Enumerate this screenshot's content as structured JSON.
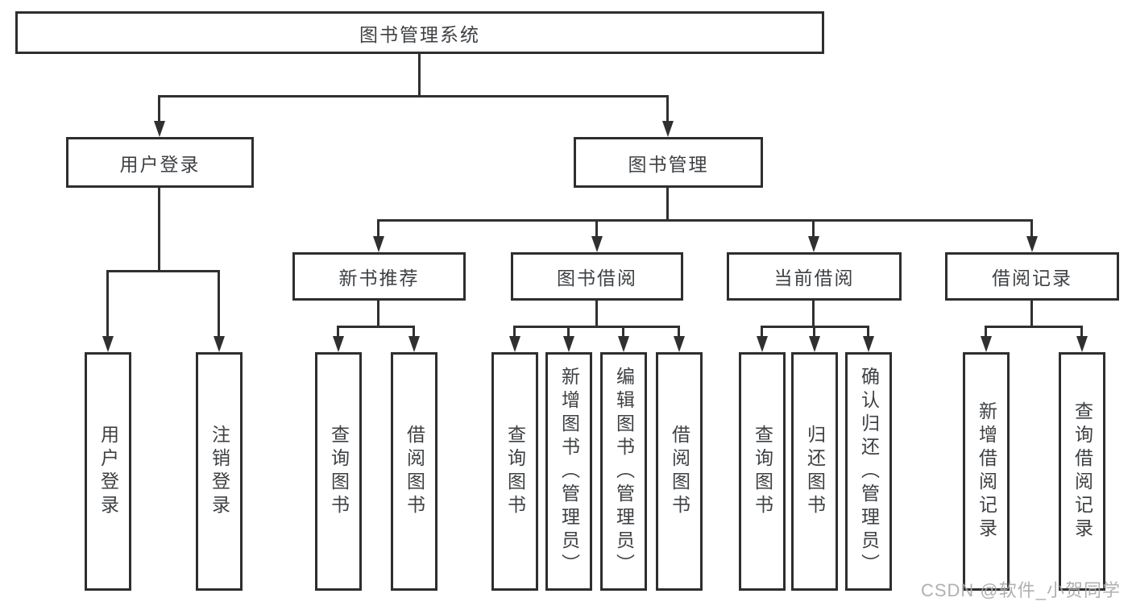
{
  "diagram": {
    "title": "图书管理系统",
    "watermark": "CSDN @软件_小贺同学",
    "level2": [
      {
        "id": "user-login",
        "label": "用户登录"
      },
      {
        "id": "book-management",
        "label": "图书管理"
      }
    ],
    "level3": [
      {
        "id": "new-book-recommend",
        "label": "新书推荐"
      },
      {
        "id": "book-borrowing",
        "label": "图书借阅"
      },
      {
        "id": "current-borrowing",
        "label": "当前借阅"
      },
      {
        "id": "borrowing-records",
        "label": "借阅记录"
      }
    ],
    "leaves": {
      "login": [
        "用户登录",
        "注销登录"
      ],
      "recommend": [
        "查询图书",
        "借阅图书"
      ],
      "borrow": [
        "查询图书",
        "新增图书（管理员）",
        "编辑图书（管理员）",
        "借阅图书"
      ],
      "current": [
        "查询图书",
        "归还图书",
        "确认归还（管理员）"
      ],
      "records": [
        "新增借阅记录",
        "查询借阅记录"
      ]
    },
    "colors": {
      "line": "#303030",
      "border": "#2e2e2e",
      "text": "#3e4144",
      "watermark": "#a8a8a8"
    }
  }
}
